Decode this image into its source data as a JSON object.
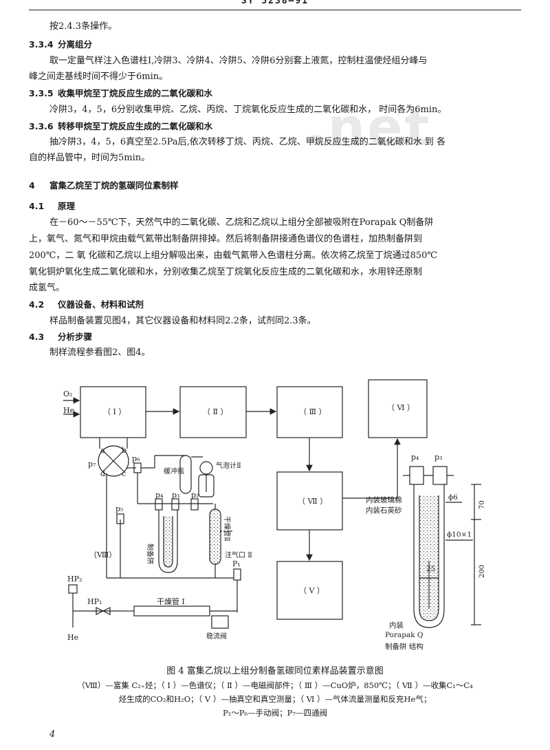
{
  "header": {
    "standard_no": "SY 5238—91"
  },
  "watermark": ".net",
  "lines": {
    "l1": "按2.4.3条操作。",
    "s334_num": "3.3.4",
    "s334_title": "分离组分",
    "l2": "取一定量气样注入色谱柱I,冷阱3、冷阱4、冷阱5、冷阱6分别套上液氮，控制柱温使烃组分峰与",
    "l3": "峰之间走基线时间不得少于6min。",
    "s335_num": "3.3.5",
    "s335_title": "收集甲烷至丁烷反应生成的二氧化碳和水",
    "l4": "冷阱3，4，5，6分别收集甲烷、乙烷、丙烷、丁烷氧化反应生成的二氧化碳和水， 时间各为6min。",
    "s336_num": "3.3.6",
    "s336_title": "转移甲烷至丁烷反应生成的二氧化碳和水",
    "l5": "抽冷阱3，4，5，6真空至2.5Pa后,依次转移丁烷、丙烷、乙烷、甲烷反应生成的二氧化碳和水 到 各",
    "l6": "自的样品管中，时间为5min。",
    "s4_num": "4",
    "s4_title": "富集乙烷至丁烷的氢碳同位素制样",
    "s41_num": "4.1",
    "s41_title": "原理",
    "l7": "在－60～－55℃下，天然气中的二氧化碳、乙烷和乙烷以上组分全部被吸附在Porapak Q制备阱",
    "l8": "上，氧气、氮气和甲烷由载气氦带出制备阱排掉。然后将制备阱接通色谱仪的色谱柱，加热制备阱到",
    "l9": "200℃，二 氧 化碳和乙烷以上组分解吸出来，由载气氦带入色谱柱分离。依次将乙烷至丁烷通过850℃",
    "l10": "氧化铜炉氧化生成二氧化碳和水，分别收集乙烷至丁烷氧化反应生成的二氧化碳和水，水用锌还原制",
    "l11": "成氢气。",
    "s42_num": "4.2",
    "s42_title": "仪器设备、材料和试剂",
    "l12": "样品制备装置见图4，其它仪器设备和材料同2.2条，试剂同2.3条。",
    "s43_num": "4.3",
    "s43_title": "分析步骤",
    "l13": "制样流程参看图2、图4。"
  },
  "figure": {
    "labels": {
      "o2": "O₂",
      "he_in": "He",
      "box1": "（ I ）",
      "box2": "（ Ⅱ ）",
      "box3": "（ Ⅲ ）",
      "box6": "（ Ⅵ ）",
      "box7": "（ Ⅶ ）",
      "box5": "（ Ⅴ ）",
      "a": "a",
      "b": "b",
      "c": "c",
      "d": "d",
      "p7": "p₇",
      "p6": "p₆",
      "p5": "p₅",
      "p4": "p₄",
      "p3": "p₃",
      "p2": "p₂",
      "p1": "P₁",
      "buffer": "缓冲瓶",
      "bubbler": "气泡计Ⅱ",
      "trap": "制备阱",
      "dry2": "干燥管Ⅱ",
      "inj": "注气口 Ⅱ",
      "box8": "（Ⅷ）",
      "hp2": "HP₂",
      "hp1": "HP₁",
      "dry1": "干燥管 Ⅰ",
      "stab": "稳流阀",
      "he_bottom": "He",
      "tp4": "p₄",
      "tp3": "p₃",
      "glass": "内装玻璃棉",
      "quartz": "内装石英砂",
      "phi6": "ϕ6",
      "phi10": "ϕ10×1",
      "d70": "70",
      "d200": "200",
      "d25": "25",
      "inner1": "内装",
      "inner2": "Porapak Q",
      "inner3": "制备阱 结构"
    }
  },
  "caption": "图 4   富集乙烷以上组分制备氢碳同位素样品装置示意图",
  "legend": {
    "l1": "（Ⅷ）—富集 C₂₊烃；（ I ）—色谱仪；（ Ⅱ ）—电磁阀部件；（ Ⅲ ）—CuO炉，850℃；（ Ⅶ ）—收集C₁～C₄",
    "l2": "烃生成的CO₂和H₂O；（ Ⅴ ）—抽真空和真空测量；（ Ⅵ ）—气体流量测量和反充He气；",
    "l3": "P₁～P₆—手动阀；P₇—四通阀"
  },
  "page_number": "4"
}
